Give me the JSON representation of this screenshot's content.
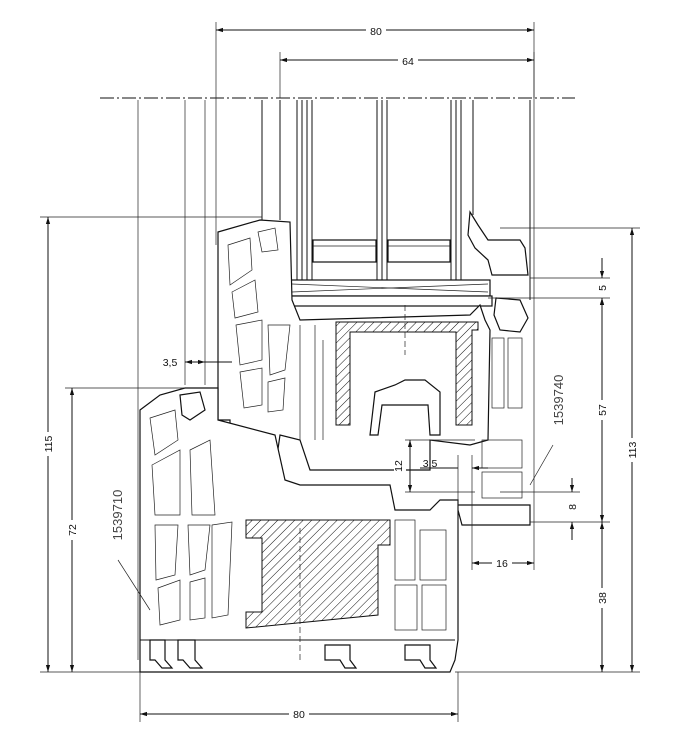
{
  "dimensions": {
    "top_width": "80",
    "glass_width": "64",
    "gap_left": "3,5",
    "height_left_outer": "115",
    "height_left_inner": "72",
    "height_right_outer": "113",
    "height_right_57": "57",
    "height_right_5": "5",
    "height_right_8": "8",
    "height_right_38": "38",
    "inner_12": "12",
    "inner_3_5": "3,5",
    "inner_16": "16",
    "bottom_width": "80"
  },
  "profile_codes": {
    "frame": "1539710",
    "sash": "1539740"
  }
}
